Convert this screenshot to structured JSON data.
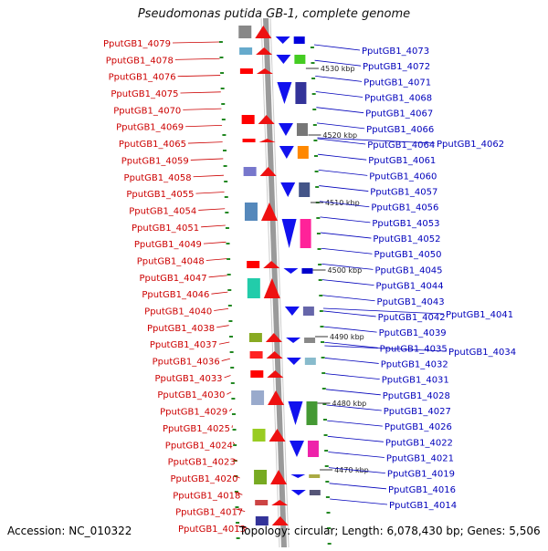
{
  "title": "Pseudomonas putida GB-1, complete genome",
  "footer": {
    "accession": "Accession: NC_010322",
    "summary": "Topology: circular; Length: 6,078,430 bp; Genes: 5,506"
  },
  "colors": {
    "left_label": "#cc0000",
    "right_label": "#0000bb",
    "backbone": "#999999",
    "tick": "#228822"
  },
  "kbp_labels": [
    "4530 kbp",
    "4520 kbp",
    "4510 kbp",
    "4500 kbp",
    "4490 kbp",
    "4480 kbp",
    "4470 kbp"
  ],
  "left_genes": [
    "PputGB1_4079",
    "PputGB1_4078",
    "PputGB1_4076",
    "PputGB1_4075",
    "PputGB1_4070",
    "PputGB1_4069",
    "PputGB1_4065",
    "PputGB1_4059",
    "PputGB1_4058",
    "PputGB1_4055",
    "PputGB1_4054",
    "PputGB1_4051",
    "PputGB1_4049",
    "PputGB1_4048",
    "PputGB1_4047",
    "PputGB1_4046",
    "PputGB1_4040",
    "PputGB1_4038",
    "PputGB1_4037",
    "PputGB1_4036",
    "PputGB1_4033",
    "PputGB1_4030",
    "PputGB1_4029",
    "PputGB1_4025",
    "PputGB1_4024",
    "PputGB1_4023",
    "PputGB1_4020",
    "PputGB1_4018",
    "PputGB1_4017",
    "PputGB1_4013"
  ],
  "right_genes": [
    "PputGB1_4073",
    "PputGB1_4072",
    "PputGB1_4071",
    "PputGB1_4068",
    "PputGB1_4067",
    "PputGB1_4066",
    "PputGB1_4064",
    "PputGB1_4062",
    "PputGB1_4061",
    "PputGB1_4060",
    "PputGB1_4057",
    "PputGB1_4056",
    "PputGB1_4053",
    "PputGB1_4052",
    "PputGB1_4050",
    "PputGB1_4045",
    "PputGB1_4044",
    "PputGB1_4043",
    "PputGB1_4042",
    "PputGB1_4041",
    "PputGB1_4039",
    "PputGB1_4035",
    "PputGB1_4034",
    "PputGB1_4032",
    "PputGB1_4031",
    "PputGB1_4028",
    "PputGB1_4027",
    "PputGB1_4026",
    "PputGB1_4022",
    "PputGB1_4021",
    "PputGB1_4019",
    "PputGB1_4016",
    "PputGB1_4014"
  ]
}
